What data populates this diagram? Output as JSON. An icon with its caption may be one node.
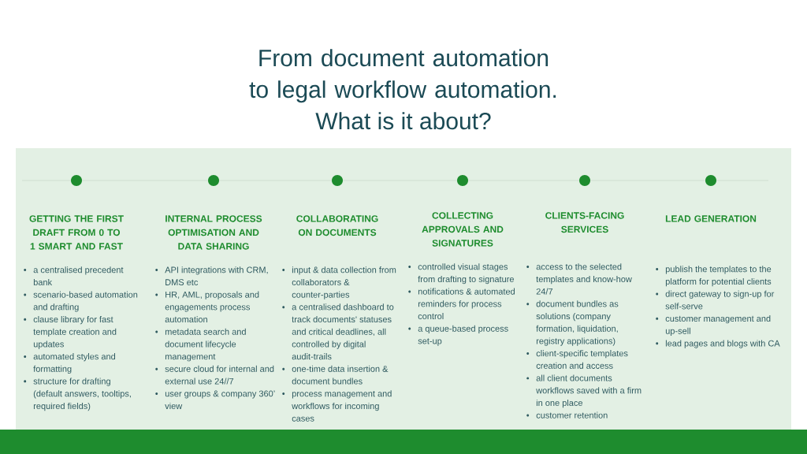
{
  "diagram": {
    "title": "From document automation to legal workflow automation.",
    "nodes": [
      {
        "text": [],
        "shape": "circle",
        "beside": [
          "GETTING THE FIRST DRAFT FROM 0 TO 1 SMART AND FAST",
          "a centralised precedent bank",
          "scenario-based automation and drafting",
          "clause library for fast template creation and updates",
          "automated styles and formatting",
          "structure for drafting (default answers, tooltips, required fields)"
        ]
      },
      {
        "text": [],
        "shape": "circle",
        "beside": [
          "INTERNAL PROCESS OPTIMISATION AND DATA SHARING",
          "API integrations with CRM, DMS etc",
          "HR, AML, proposals and engagements process automation",
          "metadata search and document lifecycle management",
          "secure cloud for internal and external use 24//7",
          "user groups & company 360’ view"
        ]
      },
      {
        "text": [],
        "shape": "circle",
        "beside": [
          "COLLABORATING ON DOCUMENTS",
          "input & data collection from collaborators & counter-parties",
          "a centralised dashboard to track documents' statuses and critical deadlines, all controlled by digital audit-trails",
          "one-time data insertion & document bundles",
          "process management and workflows for incoming cases"
        ]
      },
      {
        "text": [],
        "shape": "circle",
        "beside": [
          "COLLECTING APPROVALS AND SIGNATURES",
          "controlled visual stages from drafting to signature",
          "notifications & automated reminders for process control",
          "a queue-based process set-up"
        ]
      },
      {
        "text": [],
        "shape": "circle",
        "beside": [
          "CLIENTS-FACING SERVICES",
          "access to the selected templates and know-how 24/7",
          "document bundles as solutions (company formation, liquidation, registry applications)",
          "client-specific templates creation and access",
          "all client documents workflows saved with a firm in one place",
          "customer retention"
        ]
      },
      {
        "text": [],
        "shape": "circle",
        "beside": [
          "LEAD GENERATION",
          "publish the templates to the platform for potential clients",
          "direct gateway to sign-up for self-serve",
          "customer management and up-sell",
          "lead pages and blogs with CA"
        ]
      }
    ],
    "edges": [
      {
        "from": 0,
        "to": 1,
        "arrow": "none"
      },
      {
        "from": 1,
        "to": 2,
        "arrow": "none"
      },
      {
        "from": 2,
        "to": 3,
        "arrow": "none"
      },
      {
        "from": 3,
        "to": 4,
        "arrow": "none"
      },
      {
        "from": 4,
        "to": 5,
        "arrow": "none"
      }
    ],
    "labels": [
      "What is it about?"
    ]
  }
}
